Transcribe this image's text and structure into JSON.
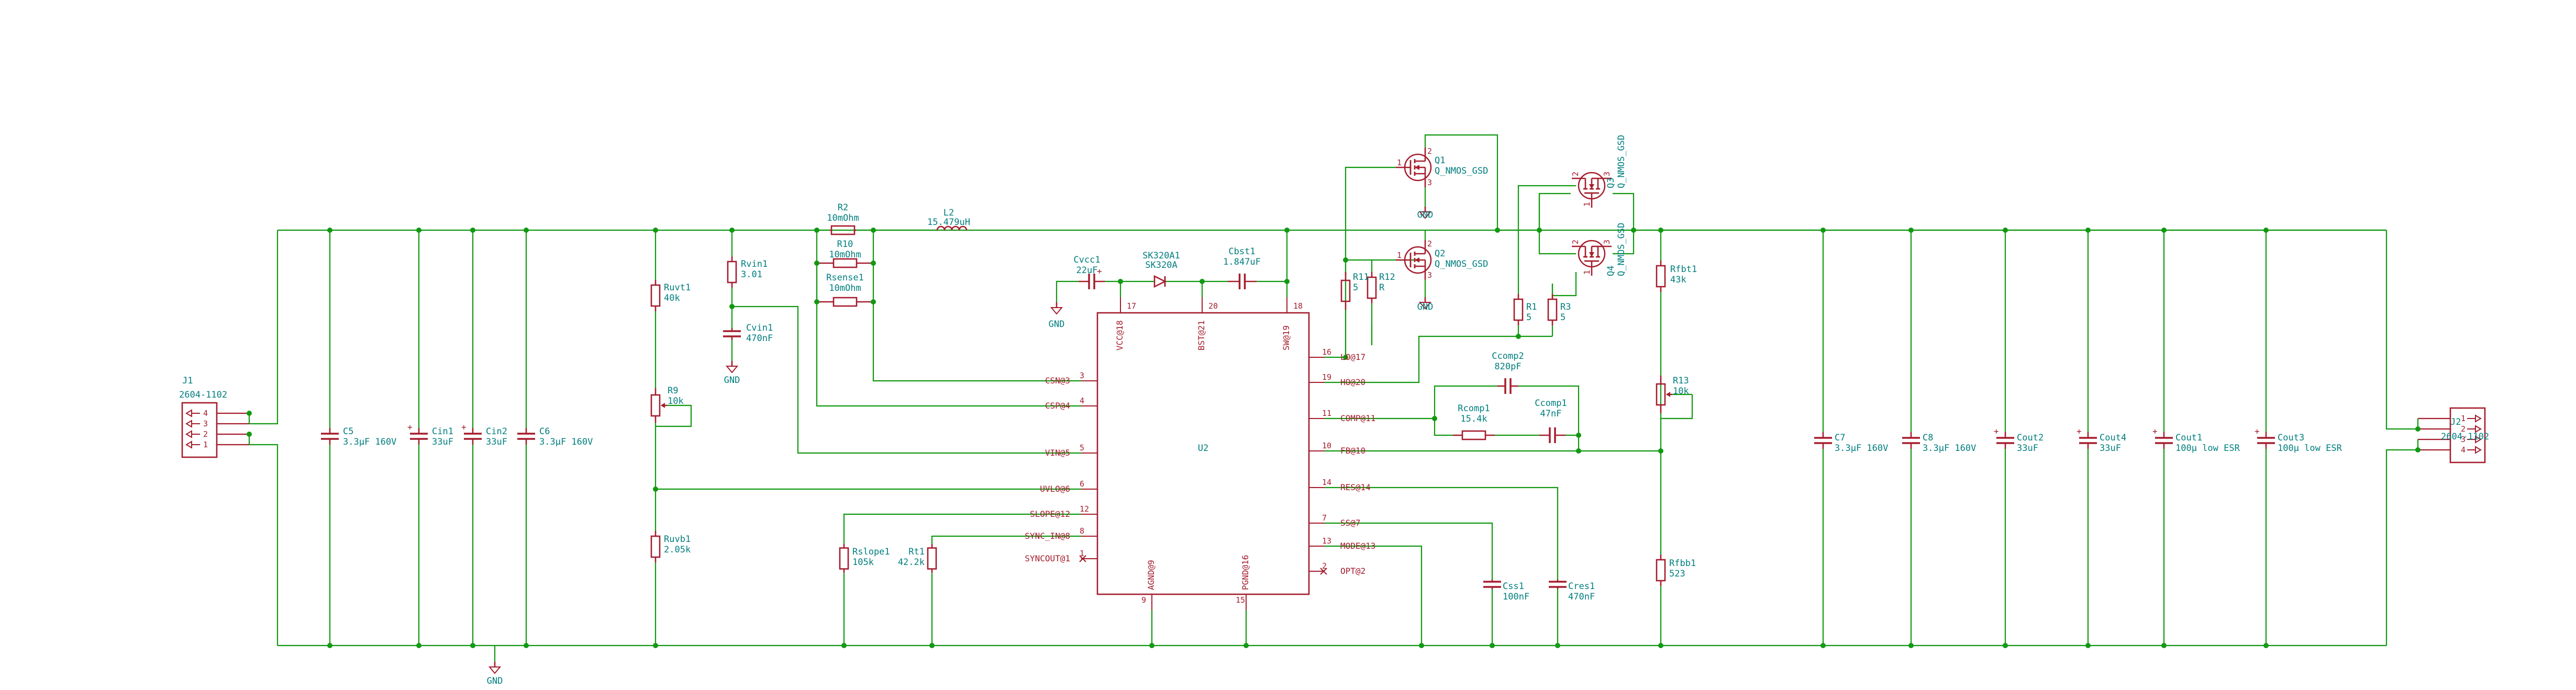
{
  "colors": {
    "wire": "#119911",
    "component": "#a51d2d",
    "label": "#007e7e",
    "junction": "#119911",
    "background": "#ffffff"
  },
  "connectors": {
    "j1": {
      "ref": "J1",
      "value": "2604-1102",
      "pins": [
        "4",
        "3",
        "2",
        "1"
      ]
    },
    "j2": {
      "ref": "J2",
      "value": "2604-1102",
      "pins": [
        "1",
        "2",
        "3",
        "4"
      ]
    }
  },
  "capacitors": {
    "c5": {
      "ref": "C5",
      "value": "3.3µF 160V"
    },
    "cin1": {
      "ref": "Cin1",
      "value": "33uF"
    },
    "cin2": {
      "ref": "Cin2",
      "value": "33uF"
    },
    "c6": {
      "ref": "C6",
      "value": "3.3µF 160V"
    },
    "cvin1": {
      "ref": "Cvin1",
      "value": "470nF"
    },
    "cvcc1": {
      "ref": "Cvcc1",
      "value": "22uF"
    },
    "cbst1": {
      "ref": "Cbst1",
      "value": "1.847uF"
    },
    "ccomp2": {
      "ref": "Ccomp2",
      "value": "820pF"
    },
    "ccomp1": {
      "ref": "Ccomp1",
      "value": "47nF"
    },
    "css1": {
      "ref": "Css1",
      "value": "100nF"
    },
    "cres1": {
      "ref": "Cres1",
      "value": "470nF"
    },
    "c7": {
      "ref": "C7",
      "value": "3.3µF 160V"
    },
    "c8": {
      "ref": "C8",
      "value": "3.3µF 160V"
    },
    "cout2": {
      "ref": "Cout2",
      "value": "33uF"
    },
    "cout4": {
      "ref": "Cout4",
      "value": "33uF"
    },
    "cout1": {
      "ref": "Cout1",
      "value": "100µ low ESR"
    },
    "cout3": {
      "ref": "Cout3",
      "value": "100µ low ESR"
    }
  },
  "resistors": {
    "ruvt1": {
      "ref": "Ruvt1",
      "value": "40k"
    },
    "ruvb1": {
      "ref": "Ruvb1",
      "value": "2.05k"
    },
    "rvin1": {
      "ref": "Rvin1",
      "value": "3.01"
    },
    "r2": {
      "ref": "R2",
      "value": "10mOhm"
    },
    "r10": {
      "ref": "R10",
      "value": "10mOhm"
    },
    "rsense1": {
      "ref": "Rsense1",
      "value": "10mOhm"
    },
    "r11": {
      "ref": "R11",
      "value": "5"
    },
    "r12": {
      "ref": "R12",
      "value": "R"
    },
    "r1": {
      "ref": "R1",
      "value": "5"
    },
    "r3": {
      "ref": "R3",
      "value": "5"
    },
    "rcomp1": {
      "ref": "Rcomp1",
      "value": "15.4k"
    },
    "rfbt1": {
      "ref": "Rfbt1",
      "value": "43k"
    },
    "rfbb1": {
      "ref": "Rfbb1",
      "value": "523"
    },
    "rslope1": {
      "ref": "Rslope1",
      "value": "105k"
    },
    "rt1": {
      "ref": "Rt1",
      "value": "42.2k"
    }
  },
  "pots": {
    "r9": {
      "ref": "R9",
      "value": "10k"
    },
    "r13": {
      "ref": "R13",
      "value": "10k"
    }
  },
  "inductor": {
    "ref": "L2",
    "value": "15.479uH"
  },
  "diode": {
    "ref": "SK320A1",
    "value": "SK320A"
  },
  "mosfets": {
    "q1": {
      "ref": "Q1",
      "value": "Q_NMOS_GSD",
      "pins": [
        "1",
        "2",
        "3"
      ]
    },
    "q2": {
      "ref": "Q2",
      "value": "Q_NMOS_GSD",
      "pins": [
        "1",
        "2",
        "3"
      ]
    },
    "q3": {
      "ref": "Q3",
      "value": "Q_NMOS_GSD",
      "pins": [
        "1",
        "2",
        "3"
      ]
    },
    "q4": {
      "ref": "Q4",
      "value": "Q_NMOS_GSD",
      "pins": [
        "1",
        "2",
        "3"
      ]
    }
  },
  "power": {
    "gnd": "GND"
  },
  "ic": {
    "ref": "U2",
    "left_pins": [
      {
        "name": "CSN@3",
        "num": "3"
      },
      {
        "name": "CSP@4",
        "num": "4"
      },
      {
        "name": "VIN@5",
        "num": "5"
      },
      {
        "name": "UVLO@6",
        "num": "6"
      },
      {
        "name": "SLOPE@12",
        "num": "12"
      },
      {
        "name": "SYNC_IN@8",
        "num": "8"
      },
      {
        "name": "SYNCOUT@1",
        "num": "1"
      }
    ],
    "right_pins": [
      {
        "name": "LO@17",
        "num": "16"
      },
      {
        "name": "HO@20",
        "num": "19"
      },
      {
        "name": "COMP@11",
        "num": "11"
      },
      {
        "name": "FB@10",
        "num": "10"
      },
      {
        "name": "RES@14",
        "num": "14"
      },
      {
        "name": "SS@7",
        "num": "7"
      },
      {
        "name": "MODE@13",
        "num": "13"
      },
      {
        "name": "OPT@2",
        "num": "2"
      }
    ],
    "top_pins": [
      {
        "name": "VCC@18",
        "num": "17"
      },
      {
        "name": "BST@21",
        "num": "20"
      },
      {
        "name": "SW@19",
        "num": "18"
      }
    ],
    "bottom_pins": [
      {
        "name": "AGND@9",
        "num": "9"
      },
      {
        "name": "PGND@16",
        "num": "15"
      }
    ]
  }
}
